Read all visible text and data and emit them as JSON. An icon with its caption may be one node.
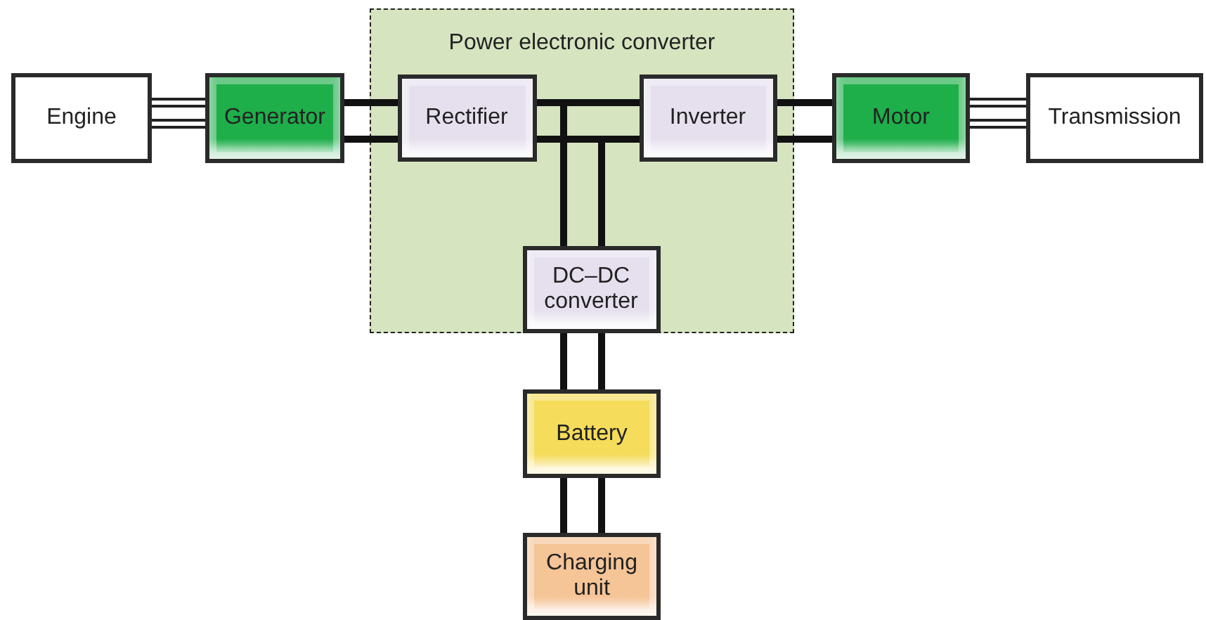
{
  "diagram": {
    "nodes": [
      {
        "text": [
          "Engine"
        ]
      },
      {
        "text": [
          "Generator"
        ]
      },
      {
        "text": [
          "Power electronic converter"
        ]
      },
      {
        "text": [
          "Rectifier"
        ],
        "in": 2
      },
      {
        "text": [
          "Inverter"
        ],
        "in": 2
      },
      {
        "text": [
          "DC–DC converter"
        ],
        "in": 2
      },
      {
        "text": [
          "Motor"
        ]
      },
      {
        "text": [
          "Transmission"
        ]
      },
      {
        "text": [
          "Battery"
        ]
      },
      {
        "text": [
          "Charging unit"
        ]
      }
    ],
    "edges": [
      {
        "from": 0,
        "to": 1,
        "arrow": "none",
        "color": "#ffffff"
      },
      {
        "from": 1,
        "to": 3,
        "arrow": "none"
      },
      {
        "from": 3,
        "to": 4,
        "arrow": "none"
      },
      {
        "from": 5,
        "to": 3,
        "arrow": "none"
      },
      {
        "from": 5,
        "to": 4,
        "arrow": "none"
      },
      {
        "from": 4,
        "to": 6,
        "arrow": "none"
      },
      {
        "from": 6,
        "to": 7,
        "arrow": "none",
        "color": "#ffffff"
      },
      {
        "from": 5,
        "to": 8,
        "arrow": "none"
      },
      {
        "from": 8,
        "to": 9,
        "arrow": "none"
      }
    ]
  }
}
